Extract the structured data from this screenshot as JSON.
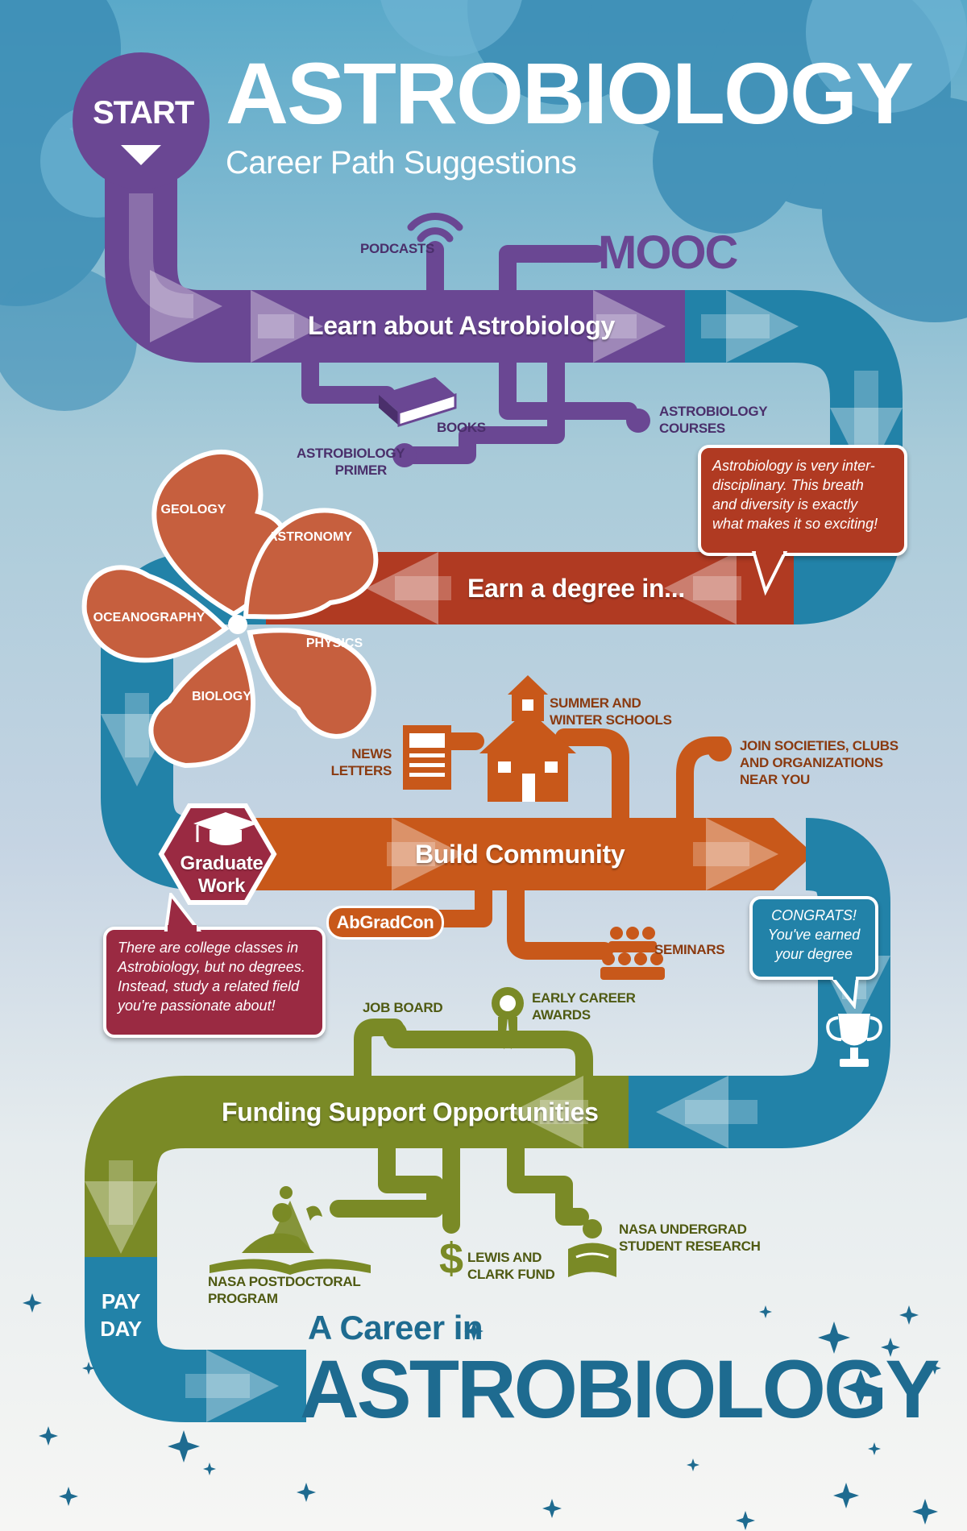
{
  "header": {
    "start": "START",
    "title": "ASTROBIOLOGY",
    "subtitle": "Career Path Suggestions"
  },
  "learn": {
    "title": "Learn about Astrobiology",
    "podcasts": "PODCASTS",
    "mooc": "MOOC",
    "books": "BOOKS",
    "courses_1": "ASTROBIOLOGY",
    "courses_2": "COURSES",
    "primer_1": "ASTROBIOLOGY",
    "primer_2": "PRIMER"
  },
  "bubble_interdisciplinary": {
    "line1": "Astrobiology is very inter-",
    "line2": "disciplinary. This breath",
    "line3": "and diversity is exactly",
    "line4": "what makes it so exciting!"
  },
  "degree": {
    "title": "Earn a degree in...",
    "fields": [
      "GEOLOGY",
      "ASTRONOMY",
      "PHYSICS",
      "BIOLOGY",
      "OCEANOGRAPHY"
    ]
  },
  "community": {
    "title": "Build Community",
    "news_1": "NEWS",
    "news_2": "LETTERS",
    "schools_1": "SUMMER AND",
    "schools_2": "WINTER SCHOOLS",
    "societies_1": "JOIN SOCIETIES, CLUBS",
    "societies_2": "AND ORGANIZATIONS",
    "societies_3": "NEAR YOU",
    "abgradcon": "AbGradCon",
    "seminars": "SEMINARS"
  },
  "graduate": {
    "line1": "Graduate",
    "line2": "Work"
  },
  "bubble_classes": {
    "line1": "There are college classes in",
    "line2": "Astrobiology, but no degrees.",
    "line3": "Instead, study a related field",
    "line4": "you're passionate about!"
  },
  "bubble_congrats": {
    "line1": "CONGRATS!",
    "line2": "You've earned",
    "line3": "your degree"
  },
  "funding": {
    "title": "Funding Support Opportunities",
    "job_board": "JOB BOARD",
    "awards_1": "EARLY CAREER",
    "awards_2": "AWARDS",
    "postdoc_1": "NASA POSTDOCTORAL",
    "postdoc_2": "PROGRAM",
    "lewis_1": "LEWIS AND",
    "lewis_2": "CLARK FUND",
    "undergrad_1": "NASA UNDERGRAD",
    "undergrad_2": "STUDENT RESEARCH"
  },
  "payday": {
    "line1": "PAY",
    "line2": "DAY"
  },
  "footer": {
    "line1": "A Career in",
    "line2": "ASTROBIOLOGY"
  },
  "colors": {
    "purple": "#6a4793",
    "blue": "#2282a8",
    "red": "#b03a22",
    "orange": "#c8581a",
    "green": "#7a8a26",
    "maroon": "#9a2a42",
    "petal": "#c65f3e"
  }
}
